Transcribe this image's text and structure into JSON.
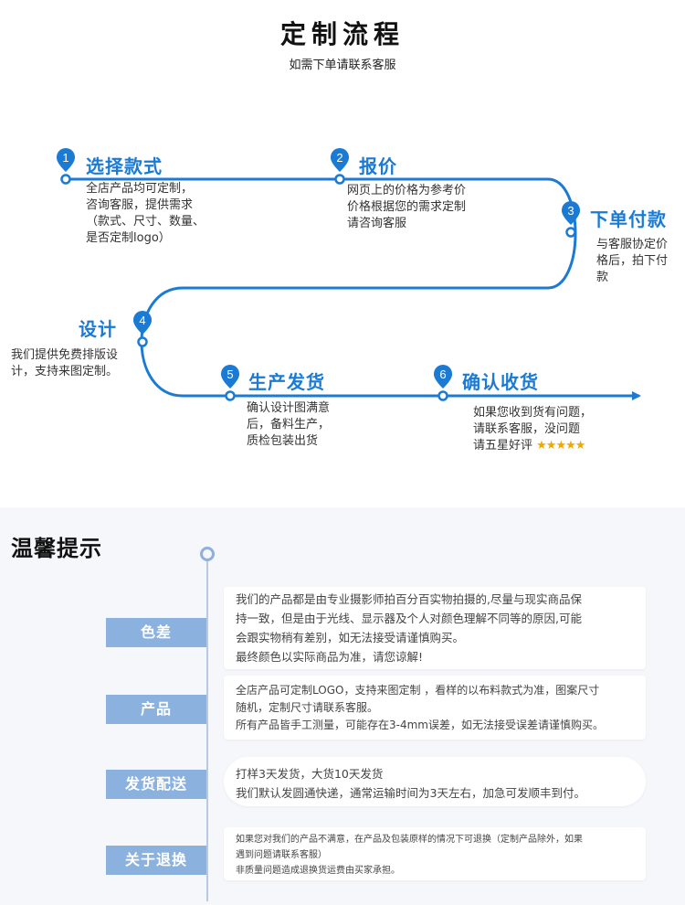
{
  "process": {
    "title": "定制流程",
    "subtitle": "如需下单请联系客服",
    "steps": [
      {
        "num": "1",
        "title": "选择款式",
        "desc": [
          "全店产品均可定制，",
          "咨询客服，提供需求",
          "（款式、尺寸、数量、",
          "是否定制logo）"
        ]
      },
      {
        "num": "2",
        "title": "报价",
        "desc": [
          "网页上的价格为参考价",
          "价格根据您的需求定制",
          "请咨询客服"
        ]
      },
      {
        "num": "3",
        "title": "下单付款",
        "desc": [
          "与客服协定价",
          "格后，拍下付",
          "款"
        ]
      },
      {
        "num": "4",
        "title": "设计",
        "desc": [
          "我们提供免费排版设",
          "计，支持来图定制。"
        ]
      },
      {
        "num": "5",
        "title": "生产发货",
        "desc": [
          "确认设计图满意",
          "后，备料生产，",
          "质检包装出货"
        ]
      },
      {
        "num": "6",
        "title": "确认收货",
        "desc": [
          "如果您收到货有问题，",
          "请联系客服，没问题",
          "请五星好评"
        ],
        "stars": "★★★★★"
      }
    ],
    "colors": {
      "line": "#1b7bd4",
      "pin": "#1b7bd4"
    }
  },
  "tips": {
    "title": "温馨提示",
    "items": [
      {
        "label": "色差",
        "lines": [
          "我们的产品都是由专业摄影师拍百分百实物拍摄的,尽量与现实商品保",
          "持一致，但是由于光线、显示器及个人对颜色理解不同等的原因,可能",
          "会跟实物稍有差别，如无法接受请谨慎购买。",
          "最终颜色以实际商品为准，请您谅解!"
        ]
      },
      {
        "label": "产品",
        "lines": [
          "全店产品可定制LOGO，支持来图定制 ，看样的以布料款式为准，图案尺寸",
          "随机，定制尺寸请联系客服。",
          "所有产品皆手工测量，可能存在3-4mm误差，如无法接受误差请谨慎购买。"
        ]
      },
      {
        "label": "发货配送",
        "lines": [
          "打样3天发货，大货10天发货",
          "我们默认发圆通快递，通常运输时间为3天左右，加急可发顺丰到付。"
        ]
      },
      {
        "label": "关于退换",
        "lines": [
          "如果您对我们的产品不满意，在产品及包装原样的情况下可退换（定制产品除外，如果",
          "遇到问题请联系客服）",
          "非质量问题造成退换货运费由买家承担。"
        ]
      }
    ],
    "colors": {
      "label_bg": "#8bb1df",
      "timeline": "#b5cae6"
    }
  }
}
